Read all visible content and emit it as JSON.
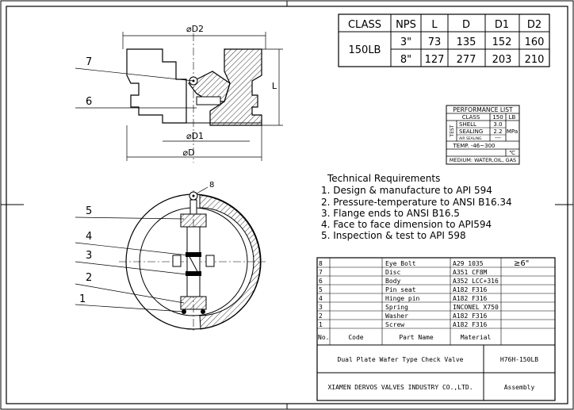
{
  "dim_table": {
    "headers": [
      "CLASS",
      "NPS",
      "L",
      "D",
      "D1",
      "D2"
    ],
    "class_value": "150LB",
    "rows": [
      [
        "3\"",
        "73",
        "135",
        "152",
        "160"
      ],
      [
        "8\"",
        "127",
        "277",
        "203",
        "210"
      ]
    ]
  },
  "performance": {
    "title": "PERFORMANCE LIST",
    "class_label": "CLASS",
    "class_value": "150",
    "class_unit": "LB",
    "test_label": "TEST",
    "shell_label": "SHELL",
    "shell_value": "3.0",
    "sealing_label": "SEALING",
    "sealing_value": "2.2",
    "pressure_unit": "MPa",
    "air_label": "AIR SEALING",
    "air_value": "---",
    "temp": "TEMP.  -46~300",
    "temp_unit": "℃",
    "medium": "MEDIUM: WATER,OIL, GAS"
  },
  "requirements": {
    "title": "Technical Requirements",
    "items": [
      "1. Design & manufacture to API 594",
      "2. Pressure-temperature to ANSI B16.34",
      "3. Flange ends to ANSI B16.5",
      "4. Face to face dimension to API594",
      "5. Inspection & test to API 598"
    ]
  },
  "drawing_labels": {
    "d2": "⌀D2",
    "d1": "⌀D1",
    "d": "⌀D",
    "l": "L",
    "callouts": [
      "7",
      "6",
      "8",
      "5",
      "4",
      "3",
      "2",
      "1"
    ]
  },
  "bom": {
    "headers": [
      "No.",
      "Code",
      "Part Name",
      "Material"
    ],
    "rows": [
      [
        "8",
        "",
        "Eye Bolt",
        "A29  1035",
        "≥6\""
      ],
      [
        "7",
        "",
        "Disc",
        "A351  CF8M",
        ""
      ],
      [
        "6",
        "",
        "Body",
        "A352  LCC+316",
        ""
      ],
      [
        "5",
        "",
        "Pin seat",
        "A182  F316",
        ""
      ],
      [
        "4",
        "",
        "Hinge pin",
        "A182  F316",
        ""
      ],
      [
        "3",
        "",
        "Spring",
        "INCONEL X750",
        ""
      ],
      [
        "2",
        "",
        "Washer",
        "A182  F316",
        ""
      ],
      [
        "1",
        "",
        "Screw",
        "A182  F316",
        ""
      ]
    ],
    "product_name": "Dual Plate Wafer Type Check Valve",
    "model": "H76H-150LB",
    "company": "XIAMEN DERVOS VALVES INDUSTRY CO.,LTD.",
    "drawing_type": "Assembly"
  }
}
